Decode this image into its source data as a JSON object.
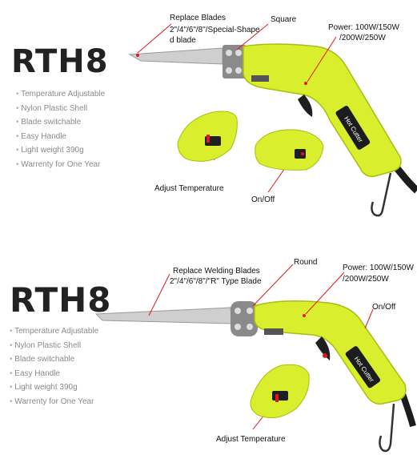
{
  "top": {
    "model": "RTH8",
    "features": [
      "Temperature Adjustable",
      "Nylon Plastic Shell",
      "Blade switchable",
      "Easy Handle",
      "Light weight 390g",
      "Warrenty for One Year"
    ],
    "labels": {
      "blades_l1": "Replace Blades",
      "blades_l2": "2\"/4\"/6\"/8\"/Special-Shape",
      "blades_l3": "d blade",
      "head": "Square",
      "power_l1": "Power: 100W/150W",
      "power_l2": "/200W/250W",
      "temp": "Adjust Temperature",
      "switch": "On/Off"
    },
    "brand": "Hot Cutter"
  },
  "bottom": {
    "model": "RTH8",
    "features": [
      "Temperature Adjustable",
      "Nylon Plastic Shell",
      "Blade switchable",
      "Easy Handle",
      "Light weight 390g",
      "Warrenty for One Year"
    ],
    "labels": {
      "blades_l1": "Replace Welding Blades",
      "blades_l2": "2\"/4\"/6\"/8\"/\"R\" Type Blade",
      "head": "Round",
      "power_l1": "Power: 100W/150W",
      "power_l2": "/200W/250W",
      "switch": "On/Off",
      "temp": "Adjust Temperature"
    },
    "brand": "Hot Cutter"
  },
  "colors": {
    "body": "#d9ee2c",
    "body_dark": "#a9bd10",
    "blade": "#c9c9c9",
    "red": "#e01818",
    "cord": "#1c1c1c"
  }
}
